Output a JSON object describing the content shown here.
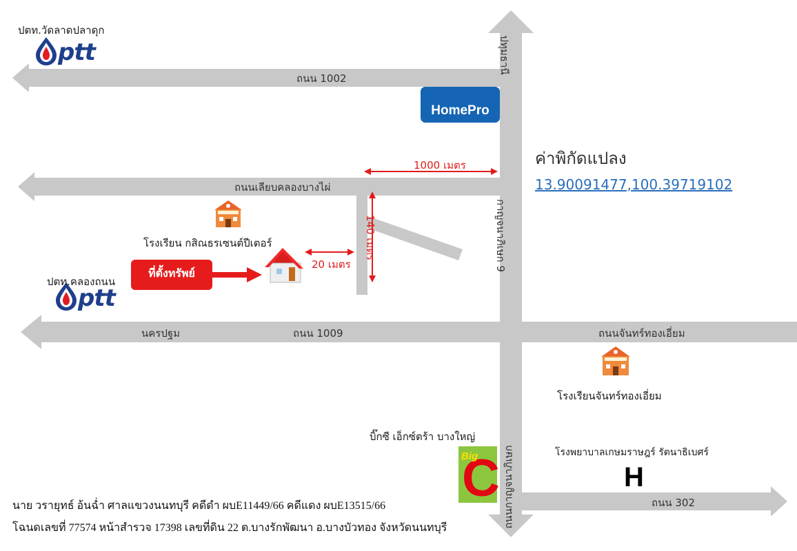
{
  "roads": {
    "r1002": "ถนน 1002",
    "lieb_khlong": "ถนนเลียบคลองบางไผ่",
    "r1009": "ถนน 1009",
    "nakhon_pathom": "นครปฐม",
    "chan_thong": "ถนนจันทร์ทองเอี่ยม",
    "r302": "ถนน 302",
    "pathum_thani": "ปทุมธานี",
    "kanchanaphisek": "ถนนกาญจนาภิเษก",
    "soi9": "กาญจนาภิเษก 9"
  },
  "poi": {
    "ptt_top": "ปตท.วัดลาดปลาดุก",
    "ptt_mid": "ปตท.คลองถนน",
    "ptt_brand": "ptt",
    "homepro": "HomePro",
    "school1": "โรงเรียน กสิณธรเซนต์ปีเตอร์",
    "school2": "โรงเรียนจันทร์ทองเอี่ยม",
    "bigc_name": "บิ๊กซี เอ็กซ์ตร้า บางใหญ่",
    "bigc_logo_big": "Big",
    "bigc_logo_c": "C",
    "hospital": "โรงพยาบาลเกษมราษฎร์ รัตนาธิเบศร์",
    "hospital_sign": "H",
    "property": "ที่ตั้งทรัพย์"
  },
  "distances": {
    "d1000": "1000 เมตร",
    "d140": "140 เมตร",
    "d20": "20 เมตร"
  },
  "coords": {
    "title": "ค่าพิกัดแปลง",
    "value": "13.90091477,100.39719102"
  },
  "footer": {
    "line1": "นาย วรายุทธ์ อ้นฉ่ำ ศาลแขวงนนทบุรี คดีดำ ผบE11449/66  คดีแดง ผบE13515/66",
    "line2": "โฉนดเลขที่ 77574 หน้าสำรวจ 17398 เลขที่ดิน 22 ต.บางรักพัฒนา อ.บางบัวทอง จังหวัดนนทบุรี"
  },
  "colors": {
    "road": "#c8c8c8",
    "accent_red": "#e21b1b",
    "ptt_blue": "#1f3f8c",
    "homepro_blue": "#1565b4",
    "bigc_green": "#8cc63f"
  }
}
